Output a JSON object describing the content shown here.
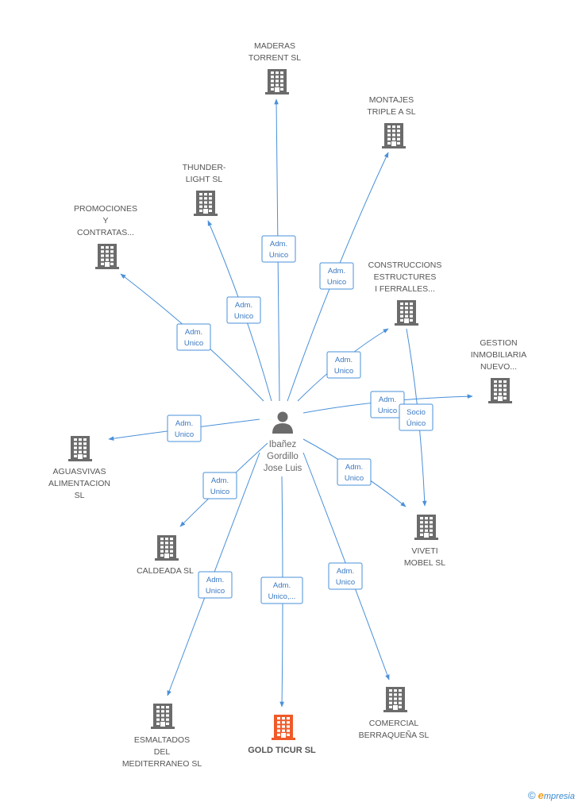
{
  "person": {
    "name_lines": [
      "Ibañez",
      "Gordillo",
      "Jose Luis"
    ]
  },
  "colors": {
    "edge": "#4a90d9",
    "company": "#6b6b6b",
    "company_highlight": "#f05a28"
  },
  "companies": [
    {
      "id": "maderas",
      "label_lines": [
        "MADERAS",
        "TORRENT SL"
      ],
      "highlight": false
    },
    {
      "id": "montajes",
      "label_lines": [
        "MONTAJES",
        "TRIPLE A SL"
      ],
      "highlight": false
    },
    {
      "id": "thunder",
      "label_lines": [
        "THUNDER-",
        "LIGHT SL"
      ],
      "highlight": false
    },
    {
      "id": "promociones",
      "label_lines": [
        "PROMOCIONES",
        "Y",
        "CONTRATAS..."
      ],
      "highlight": false
    },
    {
      "id": "construccions",
      "label_lines": [
        "CONSTRUCCIONS",
        "ESTRUCTURES",
        "I FERRALLES..."
      ],
      "highlight": false
    },
    {
      "id": "gestion",
      "label_lines": [
        "GESTION",
        "INMOBILIARIA",
        "NUEVO..."
      ],
      "highlight": false
    },
    {
      "id": "aguasvivas",
      "label_lines": [
        "AGUASVIVAS",
        "ALIMENTACION",
        "SL"
      ],
      "highlight": false
    },
    {
      "id": "viveti",
      "label_lines": [
        "VIVETI",
        "MOBEL SL"
      ],
      "highlight": false
    },
    {
      "id": "caldeada",
      "label_lines": [
        "CALDEADA SL"
      ],
      "highlight": false
    },
    {
      "id": "esmaltados",
      "label_lines": [
        "ESMALTADOS",
        "DEL",
        "MEDITERRANEO SL"
      ],
      "highlight": false
    },
    {
      "id": "goldticur",
      "label_lines": [
        "GOLD TICUR SL"
      ],
      "highlight": true
    },
    {
      "id": "comercial",
      "label_lines": [
        "COMERCIAL",
        "BERRAQUEÑA SL"
      ],
      "highlight": false
    }
  ],
  "relations": [
    {
      "id": "r-maderas",
      "label_lines": [
        "Adm.",
        "Unico"
      ]
    },
    {
      "id": "r-montajes",
      "label_lines": [
        "Adm.",
        "Unico"
      ]
    },
    {
      "id": "r-thunder",
      "label_lines": [
        "Adm.",
        "Unico"
      ]
    },
    {
      "id": "r-promociones",
      "label_lines": [
        "Adm.",
        "Unico"
      ]
    },
    {
      "id": "r-construccions",
      "label_lines": [
        "Adm.",
        "Unico"
      ]
    },
    {
      "id": "r-gestion",
      "label_lines": [
        "Adm.",
        "Unico"
      ]
    },
    {
      "id": "r-aguasvivas",
      "label_lines": [
        "Adm.",
        "Unico"
      ]
    },
    {
      "id": "r-viveti",
      "label_lines": [
        "Adm.",
        "Unico"
      ]
    },
    {
      "id": "r-construccions-viveti",
      "label_lines": [
        "Socio",
        "Único"
      ]
    },
    {
      "id": "r-caldeada",
      "label_lines": [
        "Adm.",
        "Unico"
      ]
    },
    {
      "id": "r-esmaltados",
      "label_lines": [
        "Adm.",
        "Unico"
      ]
    },
    {
      "id": "r-goldticur",
      "label_lines": [
        "Adm.",
        "Unico,..."
      ]
    },
    {
      "id": "r-comercial",
      "label_lines": [
        "Adm.",
        "Unico"
      ]
    }
  ],
  "footer": {
    "copyright": "©",
    "brand_initial": "e",
    "brand_rest": "mpresia"
  }
}
